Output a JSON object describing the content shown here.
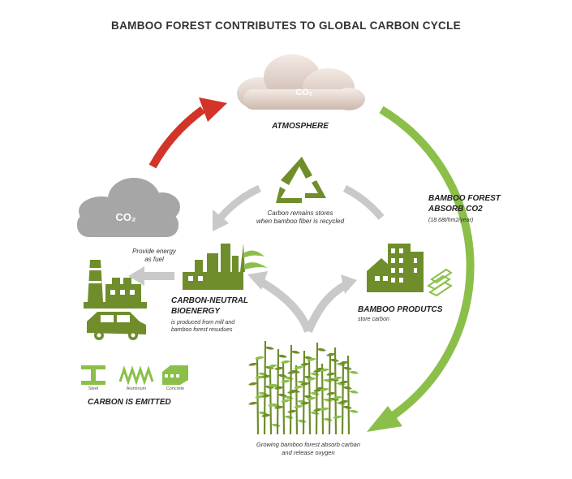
{
  "title": "BAMBOO FOREST CONTRIBUTES TO GLOBAL CARBON CYCLE",
  "atmosphere": {
    "cloud_label": "CO₂",
    "label": "ATMOSPHERE"
  },
  "absorb": {
    "label_line1": "BAMBOO FOREST",
    "label_line2": "ABSORB CO2",
    "rate": "(18.68t/hm2/year)"
  },
  "recycle": {
    "line1": "Carbon remains stores",
    "line2": "when bamboo fiber is recycled"
  },
  "emission_cloud": {
    "label": "CO₂"
  },
  "energy": {
    "line1": "Provide energy",
    "line2": "as fuel"
  },
  "bioenergy": {
    "line1": "CARBON-NEUTRAL",
    "line2": "BIOENERGY",
    "desc1": "is produced from mill and",
    "desc2": "bamboo forest resudues"
  },
  "products": {
    "label": "BAMBOO PRODUTCS",
    "sub": "store carbon"
  },
  "forest": {
    "line1": "Growing bamboo forest absorb carban",
    "line2": "and release oxygen"
  },
  "materials": [
    "Steel",
    "Aluminum",
    "Concrete"
  ],
  "emitted": {
    "label": "CARBON IS EMITTED"
  },
  "colors": {
    "green": "#6f8e2b",
    "light_green": "#8bbf4a",
    "red": "#d2342a",
    "gray": "#c9c9c9",
    "cloud_gray": "#a6a6a6"
  }
}
